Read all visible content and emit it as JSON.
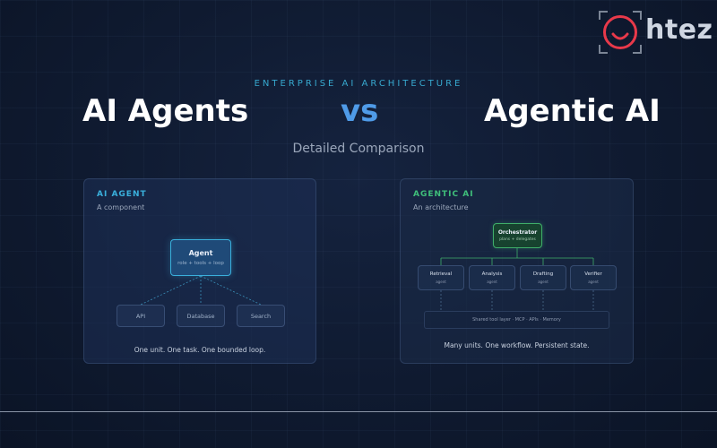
{
  "brand": {
    "logo_text": "htez"
  },
  "header": {
    "eyebrow": "ENTERPRISE AI ARCHITECTURE",
    "title_left": "AI Agents",
    "title_vs": "vs",
    "title_right": "Agentic AI",
    "subtitle": "Detailed Comparison"
  },
  "left_panel": {
    "heading": "AI AGENT",
    "subheading": "A component",
    "center_node": {
      "title": "Agent",
      "subtitle": "role + tools + loop"
    },
    "tools": [
      "API",
      "Database",
      "Search"
    ],
    "footer": "One unit. One task. One bounded loop."
  },
  "right_panel": {
    "heading": "AGENTIC AI",
    "subheading": "An architecture",
    "orchestrator": {
      "title": "Orchestrator",
      "subtitle": "plans + delegates"
    },
    "workers": [
      {
        "title": "Retrieval",
        "subtitle": "agent"
      },
      {
        "title": "Analysis",
        "subtitle": "agent"
      },
      {
        "title": "Drafting",
        "subtitle": "agent"
      },
      {
        "title": "Verifier",
        "subtitle": "agent"
      }
    ],
    "shared_layer": "Shared tool layer · MCP · APIs · Memory",
    "footer": "Many units. One workflow. Persistent state."
  },
  "colors": {
    "accent_cyan": "#3ab0dc",
    "accent_green": "#3fae6a",
    "vs_blue": "#4f9be8",
    "logo_red": "#e8394a"
  }
}
